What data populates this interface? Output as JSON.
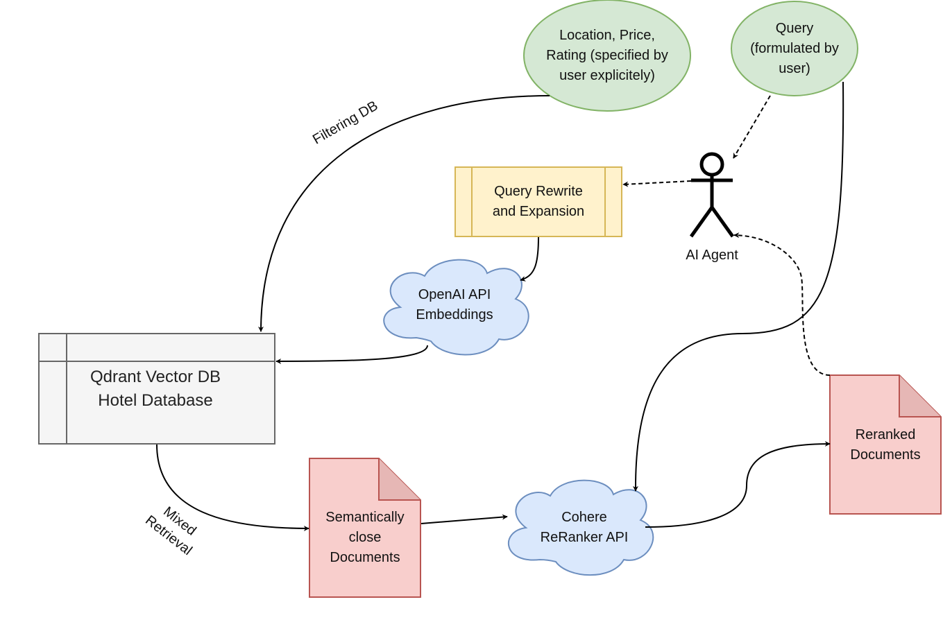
{
  "nodes": {
    "filters": {
      "lines": [
        "Location, Price,",
        "Rating (specified by",
        "user explicitely)"
      ],
      "shape": "ellipse",
      "fill": "#d5e8d4",
      "stroke": "#82b366"
    },
    "query": {
      "lines": [
        "Query",
        "(formulated by",
        "user)"
      ],
      "shape": "ellipse",
      "fill": "#d5e8d4",
      "stroke": "#82b366"
    },
    "rewrite": {
      "lines": [
        "Query Rewrite",
        "and Expansion"
      ],
      "shape": "process",
      "fill": "#fff2cc",
      "stroke": "#d6b656"
    },
    "agent": {
      "label": "AI Agent",
      "shape": "actor"
    },
    "openai": {
      "lines": [
        "OpenAI API",
        "Embeddings"
      ],
      "shape": "cloud",
      "fill": "#dae8fc",
      "stroke": "#6c8ebf"
    },
    "qdrant": {
      "lines": [
        "Qdrant Vector DB",
        "Hotel Database"
      ],
      "shape": "internal-storage",
      "fill": "#f5f5f5",
      "stroke": "#666666"
    },
    "semantic_docs": {
      "lines": [
        "Semantically",
        "close",
        "Documents"
      ],
      "shape": "note",
      "fill": "#f8cecc",
      "stroke": "#b85450"
    },
    "cohere": {
      "lines": [
        "Cohere",
        "ReRanker API"
      ],
      "shape": "cloud",
      "fill": "#dae8fc",
      "stroke": "#6c8ebf"
    },
    "reranked_docs": {
      "lines": [
        "Reranked",
        "Documents"
      ],
      "shape": "note",
      "fill": "#f8cecc",
      "stroke": "#b85450"
    }
  },
  "edges": {
    "filtering": {
      "label": "Filtering DB",
      "from": "filters",
      "to": "qdrant",
      "style": "solid"
    },
    "query_to_agent": {
      "from": "query",
      "to": "agent",
      "style": "dashed"
    },
    "agent_to_rewrite": {
      "from": "agent",
      "to": "rewrite",
      "style": "dashed"
    },
    "rewrite_to_openai": {
      "from": "rewrite",
      "to": "openai",
      "style": "solid"
    },
    "openai_to_qdrant": {
      "from": "openai",
      "to": "qdrant",
      "style": "solid"
    },
    "mixed_retrieval": {
      "label_lines": [
        "Mixed",
        "Retrieval"
      ],
      "from": "qdrant",
      "to": "semantic_docs",
      "style": "solid"
    },
    "semantic_to_cohere": {
      "from": "semantic_docs",
      "to": "cohere",
      "style": "solid"
    },
    "query_to_cohere": {
      "from": "query",
      "to": "cohere",
      "style": "solid"
    },
    "cohere_to_reranked": {
      "from": "cohere",
      "to": "reranked_docs",
      "style": "solid"
    },
    "reranked_to_agent": {
      "from": "reranked_docs",
      "to": "agent",
      "style": "dashed"
    }
  }
}
